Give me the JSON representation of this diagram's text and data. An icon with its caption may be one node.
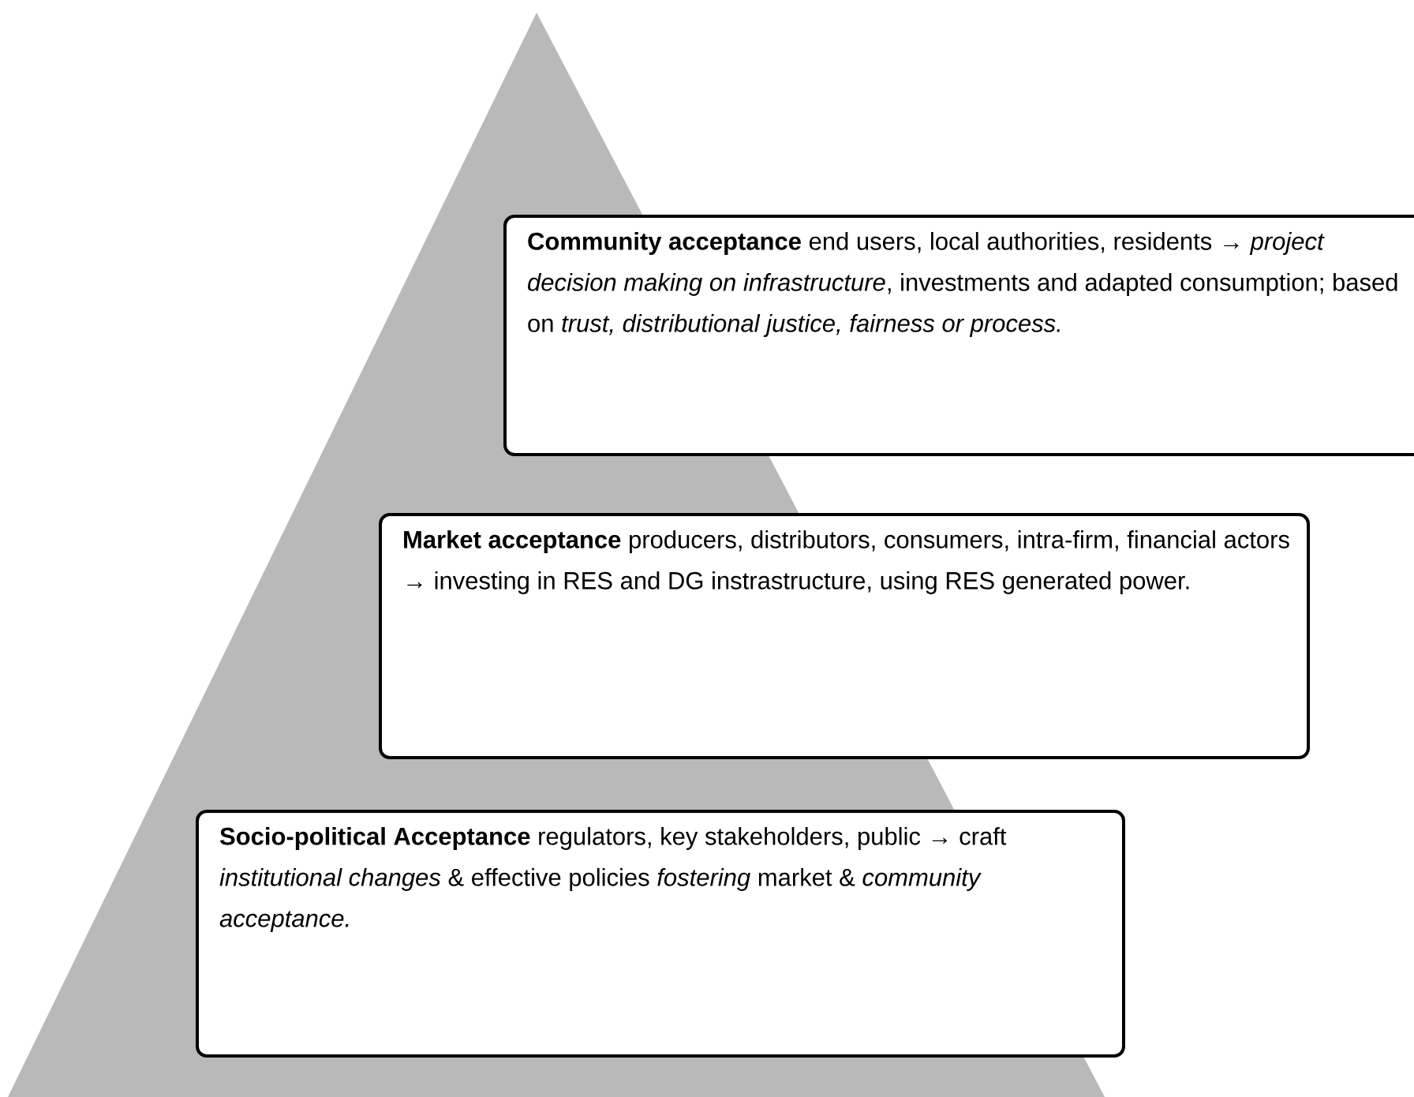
{
  "diagram": {
    "nodes": [
      {
        "text": [
          "**Community acceptance** end users, local authorities, residents → *project decision making on infrastructure*, investments and adapted consumption; based on *trust, distributional justice, fairness or process.*"
        ]
      },
      {
        "text": [
          "**Market acceptance** producers, distributors, consumers, intra-firm, financial actors → investing in RES and DG instrastructure, using RES generated power."
        ]
      },
      {
        "text": [
          "**Socio-political Acceptance** regulators, key stakeholders, public → craft *institutional changes* & effective policies *fostering* market & *community acceptance.*"
        ]
      }
    ]
  }
}
